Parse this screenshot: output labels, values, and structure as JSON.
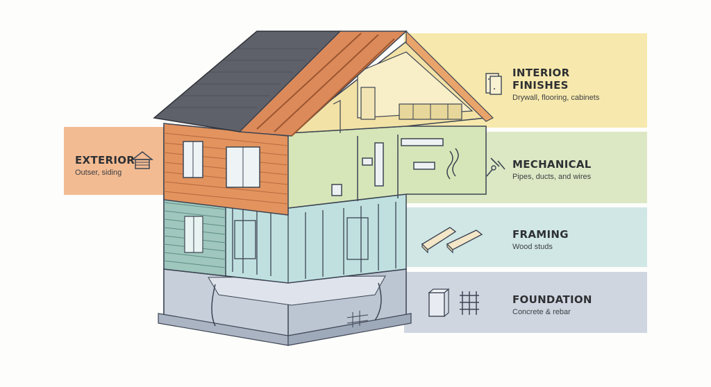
{
  "layers": {
    "interior": {
      "title": "INTERIOR\nFINISHES",
      "subtitle": "Drywall, flooring, cabinets",
      "color": "#f6e6a8",
      "icon": "drywall-panel-icon"
    },
    "mechanical": {
      "title": "MECHANICAL",
      "subtitle": "Pipes, ducts, and wires",
      "color": "#dbe7c2",
      "icon": "pipe-wire-icon"
    },
    "framing": {
      "title": "FRAMING",
      "subtitle": "Wood studs",
      "color": "#cfe5e4",
      "icon": "lumber-icon"
    },
    "foundation": {
      "title": "FOUNDATION",
      "subtitle": "Concrete & rebar",
      "color": "#cdd4df",
      "icon": "concrete-rebar-icon"
    },
    "exterior": {
      "title": "EXTERIOR",
      "subtitle": "Outser, siding",
      "color": "#f2b98f",
      "icon": "house-outline-icon"
    }
  }
}
